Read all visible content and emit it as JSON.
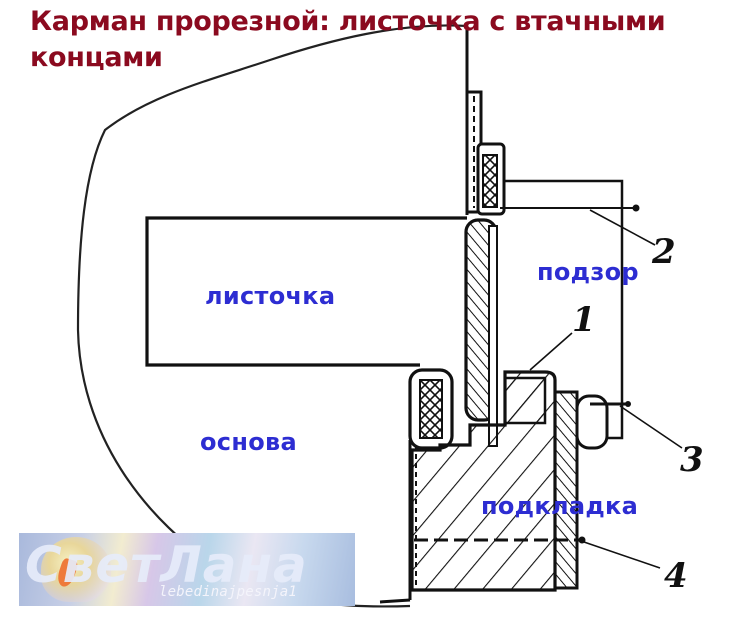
{
  "title": {
    "line1": "Карман прорезной: листочка с втачными",
    "line2": "концами",
    "color": "#8b0a1f"
  },
  "labels": {
    "listochka": "листочка",
    "osnova": "основа",
    "podzor": "подзор",
    "podkladka": "подкладка",
    "color": "#2d2dd2"
  },
  "callouts": [
    {
      "number": "1",
      "target": "seam between lining and welt"
    },
    {
      "number": "2",
      "target": "upper facing stitch line"
    },
    {
      "number": "3",
      "target": "facing attachment stitch"
    },
    {
      "number": "4",
      "target": "lining bottom stitch"
    }
  ],
  "watermark": {
    "title": "СветЛана",
    "subtitle": "lebedinajpesnja1"
  }
}
